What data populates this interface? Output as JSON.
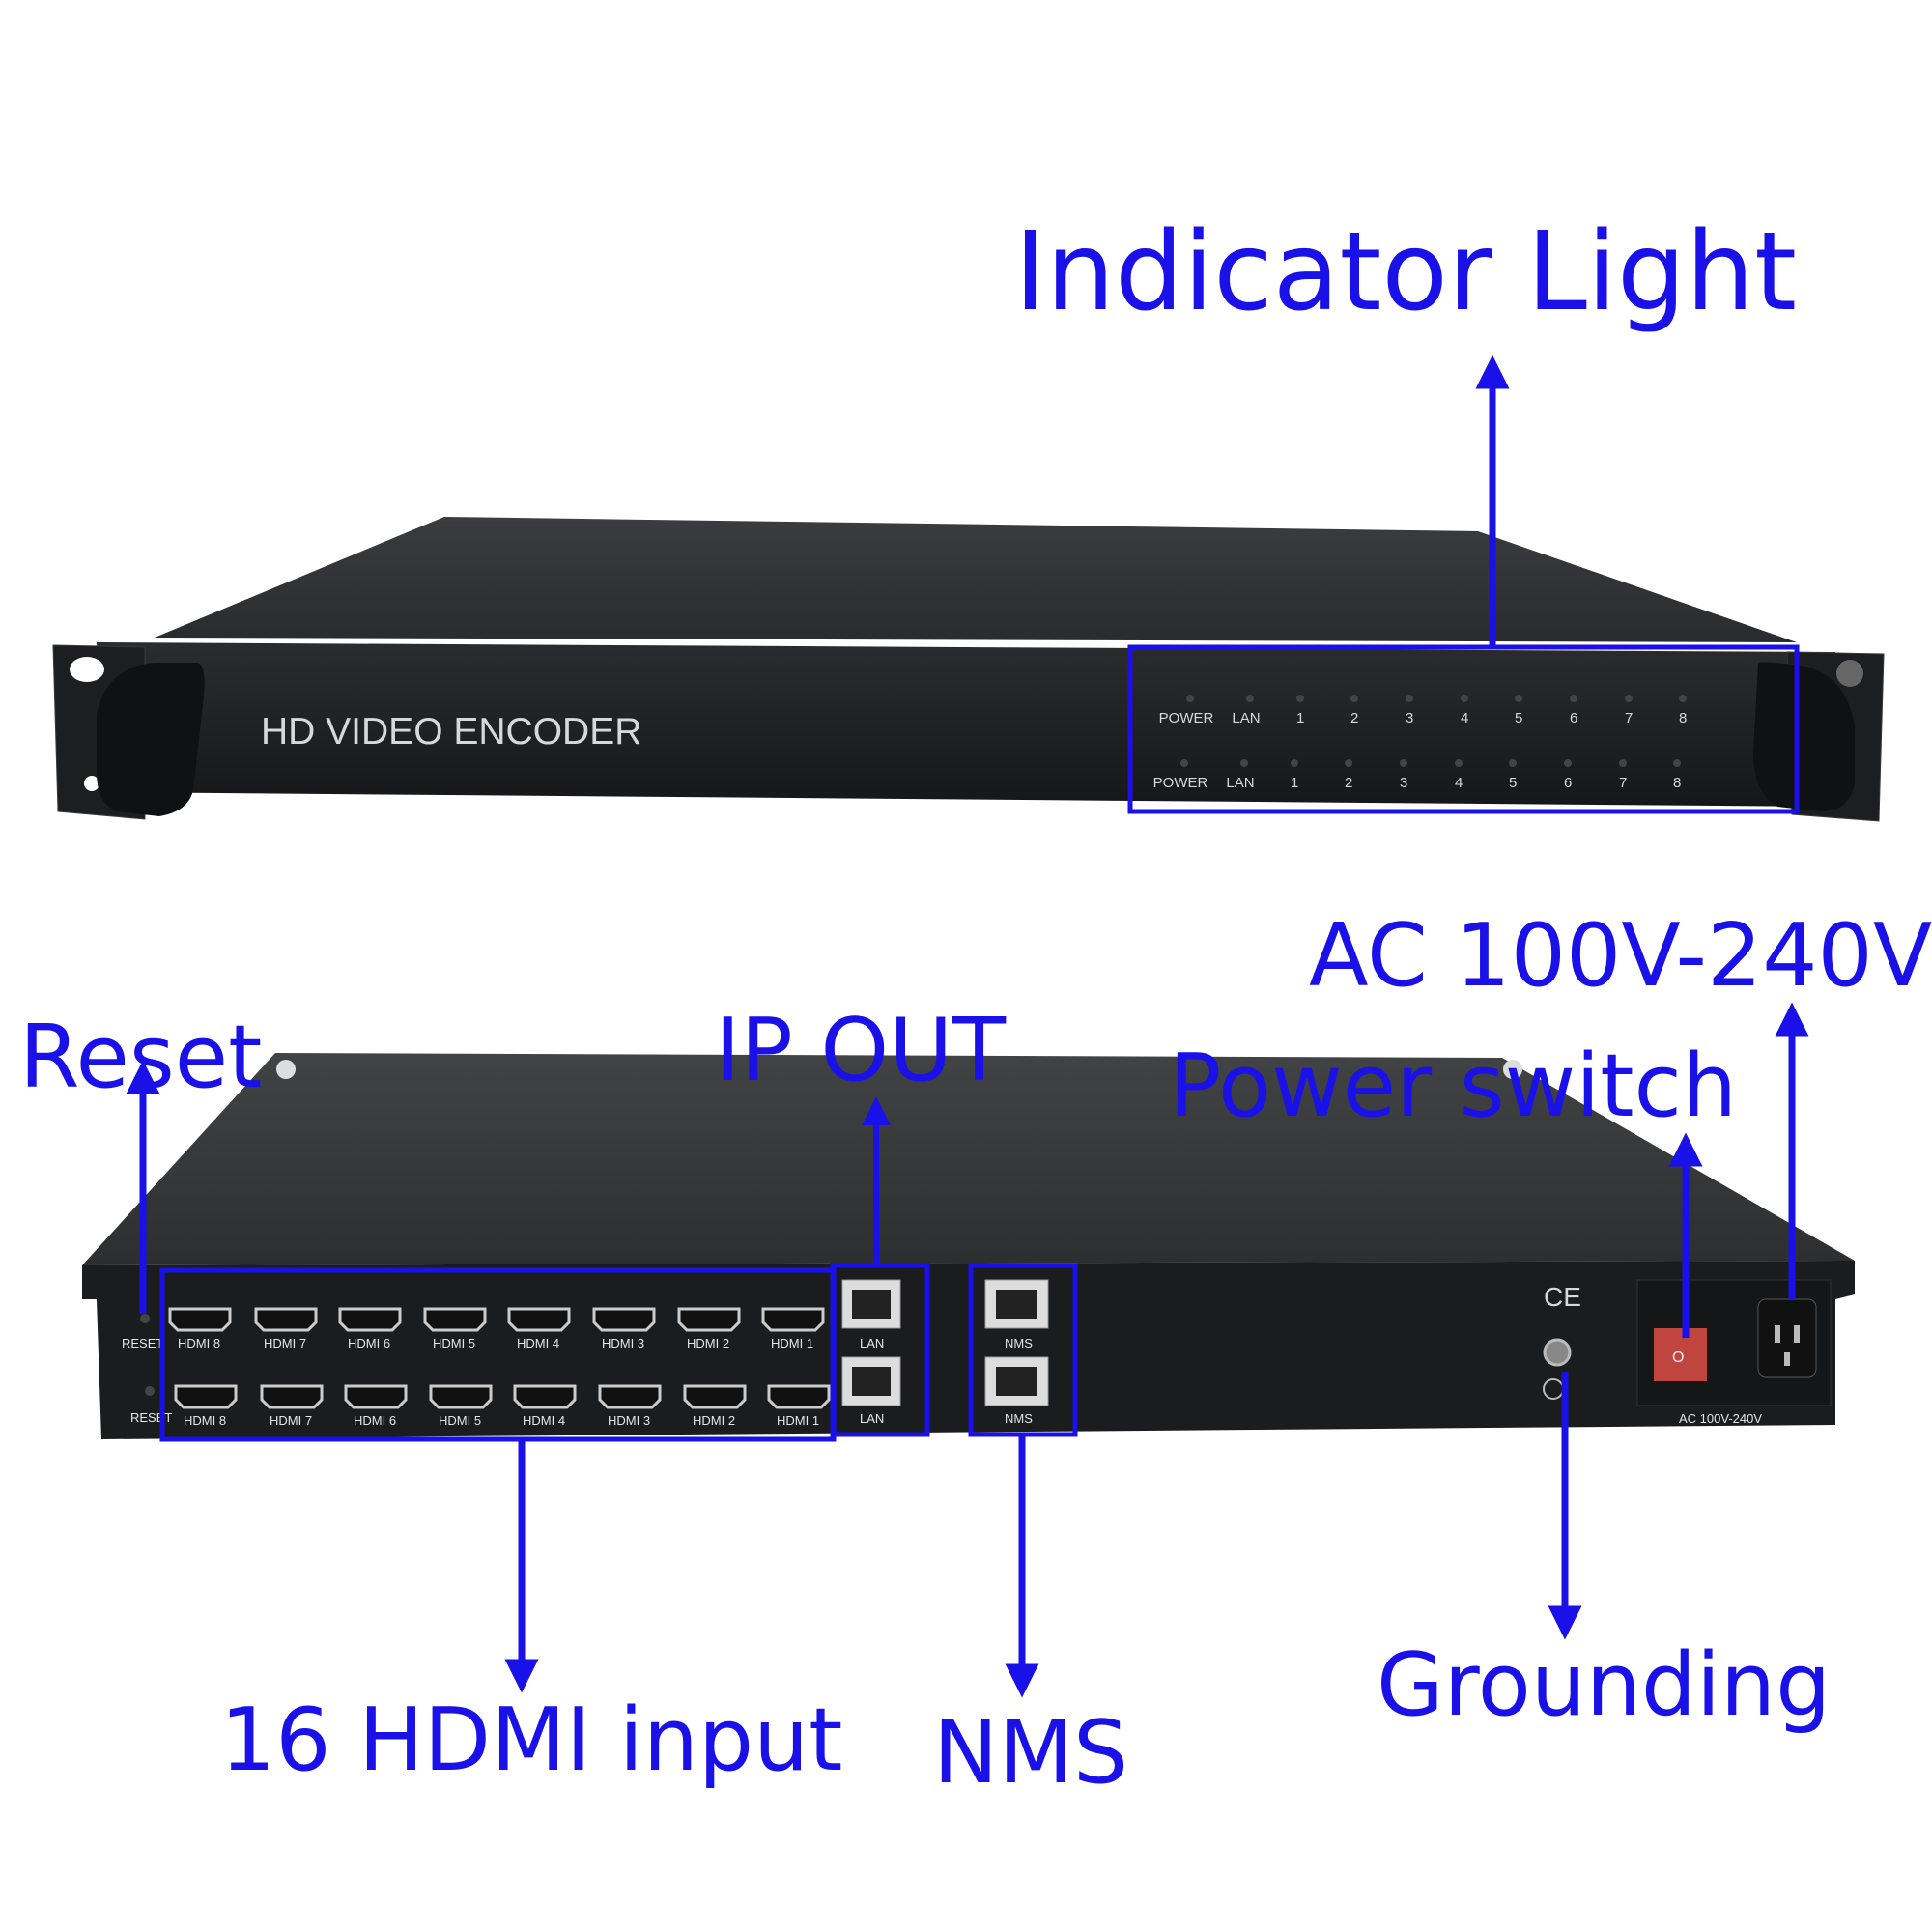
{
  "callouts": {
    "indicator_light": "Indicator Light",
    "reset": "Reset",
    "ip_out": "IP OUT",
    "ac_power": "AC 100V-240V",
    "power_switch": "Power switch",
    "hdmi_input": "16 HDMI input",
    "nms": "NMS",
    "grounding": "Grounding"
  },
  "front_panel": {
    "title": "HD VIDEO ENCODER",
    "indicator_row_1": [
      "POWER",
      "LAN",
      "1",
      "2",
      "3",
      "4",
      "5",
      "6",
      "7",
      "8"
    ],
    "indicator_row_2": [
      "POWER",
      "LAN",
      "1",
      "2",
      "3",
      "4",
      "5",
      "6",
      "7",
      "8"
    ]
  },
  "rear_panel": {
    "reset_top": "RESET",
    "reset_bottom": "RESET",
    "hdmi_row_1": [
      "HDMI 8",
      "HDMI 7",
      "HDMI 6",
      "HDMI 5",
      "HDMI 4",
      "HDMI 3",
      "HDMI 2",
      "HDMI 1"
    ],
    "hdmi_row_2": [
      "HDMI 8",
      "HDMI 7",
      "HDMI 6",
      "HDMI 5",
      "HDMI 4",
      "HDMI 3",
      "HDMI 2",
      "HDMI 1"
    ],
    "lan_1": "LAN",
    "lan_2": "LAN",
    "nms_1": "NMS",
    "nms_2": "NMS",
    "ce_mark": "CE",
    "power_rating": "AC 100V-240V"
  },
  "colors": {
    "callout": "#1a10e8",
    "chassis": "#222426",
    "panel": "#1b1c1e",
    "switch": "#c0453f"
  }
}
